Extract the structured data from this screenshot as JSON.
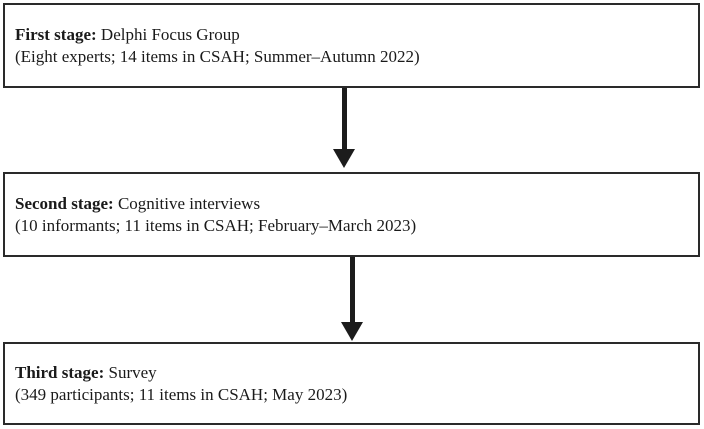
{
  "figure": {
    "type": "flowchart",
    "direction": "top-down",
    "colors": {
      "background": "#ffffff",
      "box_border": "#2a2a2a",
      "text": "#1a1a1a",
      "arrow": "#1c1c1c"
    },
    "stages": [
      {
        "label": "First stage:",
        "title": "Delphi Focus Group",
        "detail": "(Eight experts; 14 items in CSAH; Summer–Autumn 2022)"
      },
      {
        "label": "Second stage:",
        "title": "Cognitive interviews",
        "detail": "(10 informants; 11 items in CSAH; February–March 2023)"
      },
      {
        "label": "Third stage:",
        "title": "Survey",
        "detail": "(349 participants; 11 items in CSAH; May 2023)"
      }
    ],
    "connectors": [
      {
        "icon": "down-arrow-icon"
      },
      {
        "icon": "down-arrow-icon"
      }
    ]
  }
}
